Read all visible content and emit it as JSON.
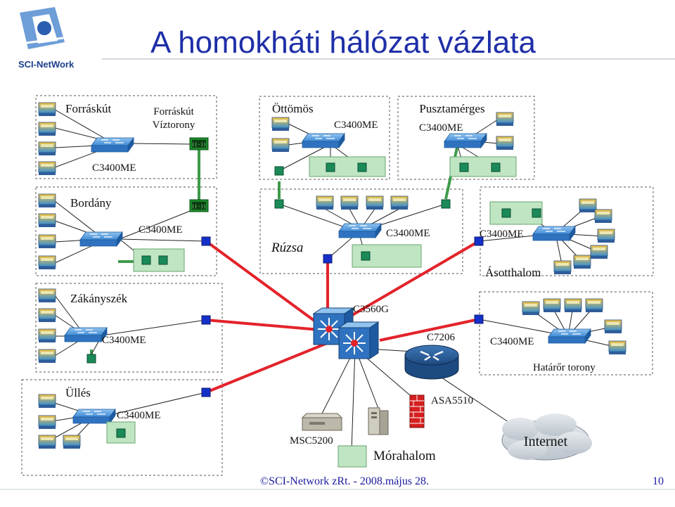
{
  "title": "A homokháti hálózat vázlata",
  "logo_text": "SCI-NetWork",
  "labels": {
    "forraskut": "Forráskút",
    "forraskut_viztorony_1": "Forráskút",
    "forraskut_viztorony_2": "Víztorony",
    "c3400_forraskut": "C3400ME",
    "ottomos": "Öttömös",
    "c3400_ottomos": "C3400ME",
    "pusztamerges": "Pusztamérges",
    "c3400_pusztamerges": "C3400ME",
    "bordany": "Bordány",
    "c3400_bordany": "C3400ME",
    "rusza": "Rúzsa",
    "c3400_rusza": "C3400ME",
    "c3400_asotthalom": "C3400ME",
    "asotthalom": "Ásotthalom",
    "zakanyszek": "Zákányszék",
    "c3400_zakanyszek": "C3400ME",
    "c3560g": "C3560G",
    "c7206": "C7206",
    "c3400_hatarortorony": "C3400ME",
    "hatarortorony": "Határőr torony",
    "ulles": "Üllés",
    "c3400_ulles": "C3400ME",
    "asa5510": "ASA5510",
    "msc5200": "MSC5200",
    "morahalom": "Mórahalom",
    "internet": "Internet"
  },
  "footer": {
    "copyright": "©SCI-Network zRt. - 2008.május 28.",
    "page_number": "10"
  },
  "colors": {
    "title": "#1f2fa8",
    "backbone_link": "#e3232b",
    "wireless_link": "#3e9a4a",
    "building": "#bfe5c3",
    "switch": "#2f73c0",
    "blue_node": "#1530c8",
    "green_node": "#1a8a58",
    "router": "#2a5c9e",
    "cloud": "#d3d9df",
    "firewall": "#d61f1f"
  }
}
